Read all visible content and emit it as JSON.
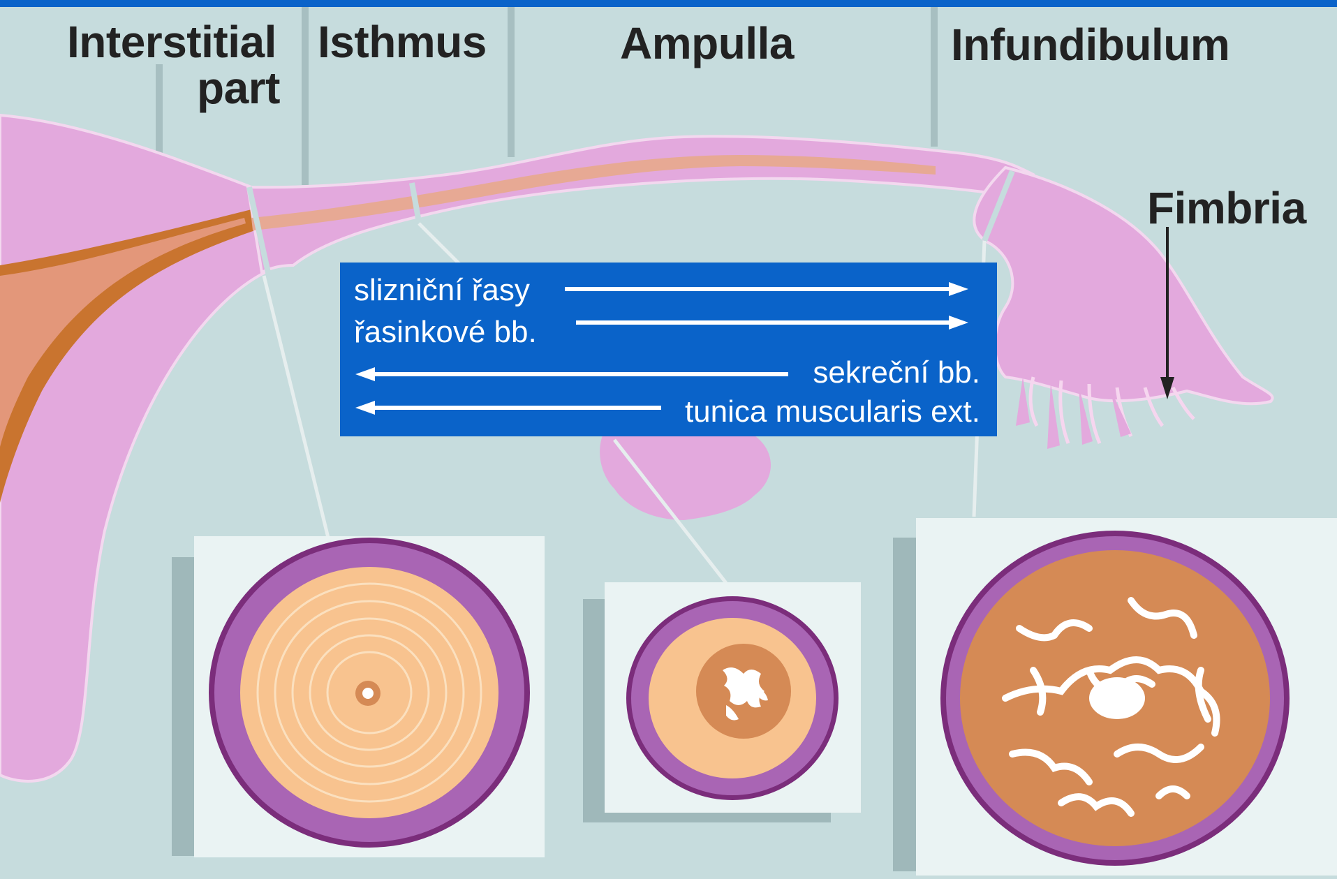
{
  "labels": {
    "interstitial_line1": "Interstitial",
    "interstitial_line2": "part",
    "isthmus": "Isthmus",
    "ampulla": "Ampulla",
    "infundibulum": "Infundibulum",
    "fimbria": "Fimbria"
  },
  "legend": {
    "item1": "slizniční řasy",
    "item2": "řasinkové bb.",
    "item3": "sekreční bb.",
    "item4": "tunica muscularis ext."
  },
  "colors": {
    "background": "#c6dcdd",
    "tube": "#e3a9dd",
    "tube_stroke": "#f3d8ef",
    "muscle": "#c9742f",
    "muscle_light": "#e3977a",
    "cross_section_outer": "#a965b4",
    "cross_section_ring": "#7b2d7b",
    "cross_section_inner": "#f8c38f",
    "mucosa": "#d58a55",
    "legend_box": "#0a63c9",
    "legend_text": "#ffffff",
    "top_border": "#0a63c9",
    "box": "#eaf3f3",
    "shadow": "#9fb8ba"
  },
  "icons": [
    "arrow-right-icon",
    "arrow-right-icon",
    "arrow-left-icon",
    "arrow-left-icon",
    "fimbria-arrow-down-icon"
  ]
}
